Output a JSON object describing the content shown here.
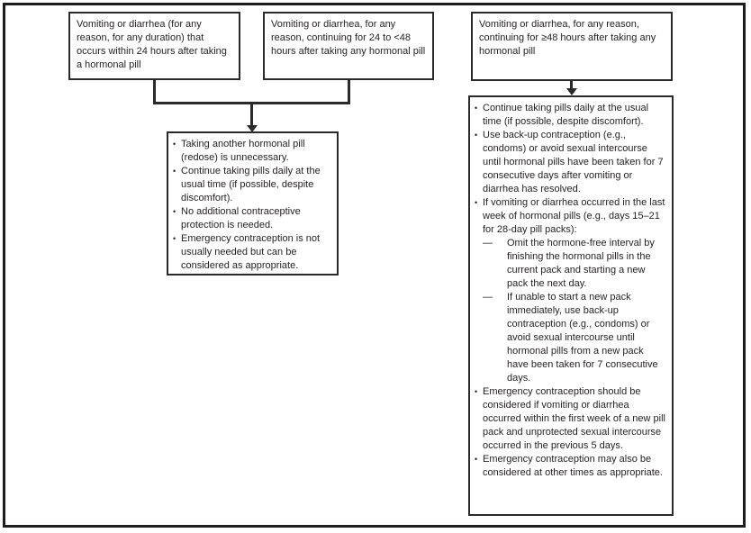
{
  "figure": {
    "ink_color": "#231f20",
    "markers": {
      "bullet": "•",
      "dash": "—"
    },
    "boxes": {
      "top_left": {
        "text": "Vomiting or diarrhea (for any reason, for any duration) that occurs within 24 hours after taking a hormonal pill"
      },
      "top_middle": {
        "text": "Vomiting or diarrhea, for any reason, continuing for 24 to <48 hours after taking any hormonal pill"
      },
      "top_right": {
        "text": "Vomiting or diarrhea, for any reason, continuing for ≥48 hours after taking any hormonal pill"
      },
      "middle_result": {
        "bullets": [
          "Taking another hormonal pill (redose) is unnecessary.",
          "Continue taking pills daily at the usual time (if possible, despite discomfort).",
          "No additional contraceptive protection is needed.",
          "Emergency contraception is not usually needed but can be considered as appropriate."
        ]
      },
      "right_result": {
        "items": [
          {
            "level": "bullet",
            "text": "Continue taking pills daily at the usual time (if possible, despite discomfort)."
          },
          {
            "level": "bullet",
            "text": "Use back-up contraception (e.g., condoms) or avoid sexual intercourse until hormonal pills have been taken for 7 consecutive days after vomiting or diarrhea has resolved."
          },
          {
            "level": "bullet",
            "text": "If vomiting or diarrhea occurred in the last week of hormonal pills (e.g., days 15–21 for 28-day pill packs):"
          },
          {
            "level": "dash",
            "text": "Omit the hormone-free interval by finishing the hormonal pills in the current pack and starting a new pack the next day."
          },
          {
            "level": "dash",
            "text": "If unable to start a new pack immediately, use back-up contraception (e.g., condoms) or avoid sexual intercourse until hormonal pills from a new pack have been taken for 7 consecutive days."
          },
          {
            "level": "bullet",
            "text": "Emergency contraception should be considered if vomiting or diarrhea occurred within the first week of a new pill pack and unprotected sexual intercourse occurred in the previous 5 days."
          },
          {
            "level": "bullet",
            "text": "Emergency contraception may also be considered at other times as appropriate."
          }
        ]
      }
    }
  }
}
